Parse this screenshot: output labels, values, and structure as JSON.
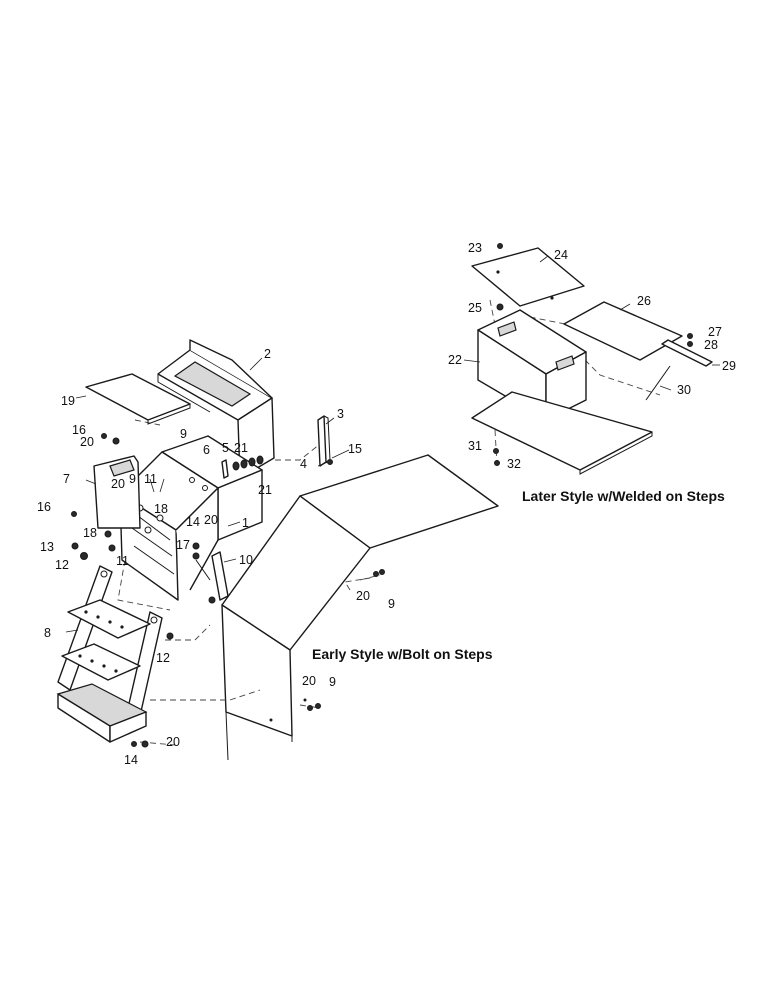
{
  "captions": {
    "early_style": "Early Style w/Bolt on Steps",
    "later_style": "Later Style w/Welded on Steps"
  },
  "callouts": {
    "c1": "1",
    "c2": "2",
    "c3": "3",
    "c4": "4",
    "c5": "5",
    "c6": "6",
    "c7": "7",
    "c8": "8",
    "c9a": "9",
    "c9b": "9",
    "c9c": "9",
    "c9d": "9",
    "c10": "10",
    "c11a": "11",
    "c11b": "11",
    "c12a": "12",
    "c12b": "12",
    "c13": "13",
    "c14a": "14",
    "c14b": "14",
    "c15": "15",
    "c16a": "16",
    "c16b": "16",
    "c17": "17",
    "c18a": "18",
    "c18b": "18",
    "c19": "19",
    "c20a": "20",
    "c20b": "20",
    "c20c": "20",
    "c20d": "20",
    "c20e": "20",
    "c20f": "20",
    "c21a": "21",
    "c21b": "21",
    "c22": "22",
    "c23": "23",
    "c24": "24",
    "c25": "25",
    "c26": "26",
    "c27": "27",
    "c28": "28",
    "c29": "29",
    "c30": "30",
    "c31": "31",
    "c32": "32"
  }
}
